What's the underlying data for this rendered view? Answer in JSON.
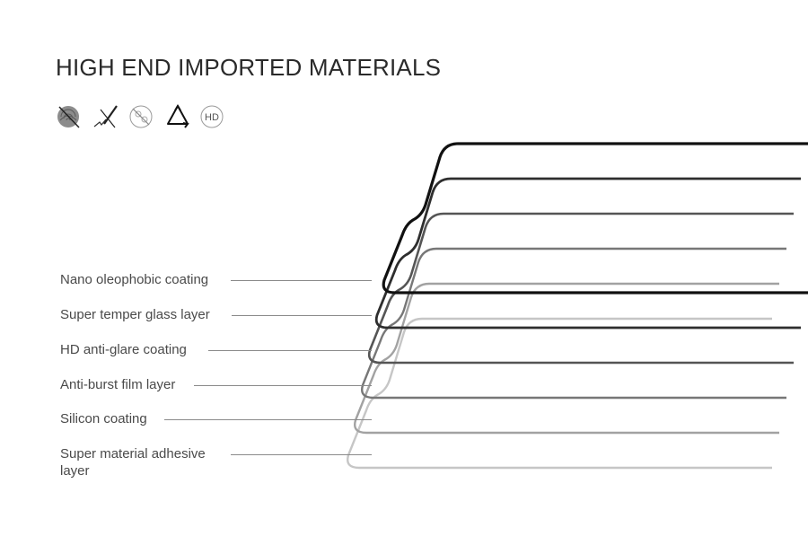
{
  "title": "HIGH END IMPORTED MATERIALS",
  "icons": [
    "anti-fingerprint-icon",
    "scratch-resistant-icon",
    "anti-bacterial-icon",
    "recycle-icon",
    "hd-icon"
  ],
  "icon_text": {
    "hd": "HD"
  },
  "layers": [
    {
      "label": "Nano oleophobic coating",
      "color": "#111111"
    },
    {
      "label": "Super temper glass layer",
      "color": "#2e2e2e"
    },
    {
      "label": "HD anti-glare coating",
      "color": "#555555"
    },
    {
      "label": "Anti-burst film layer",
      "color": "#777777"
    },
    {
      "label": "Silicon coating",
      "color": "#a2a2a2"
    },
    {
      "label": "Super material adhesive layer",
      "color": "#c6c6c6"
    }
  ]
}
